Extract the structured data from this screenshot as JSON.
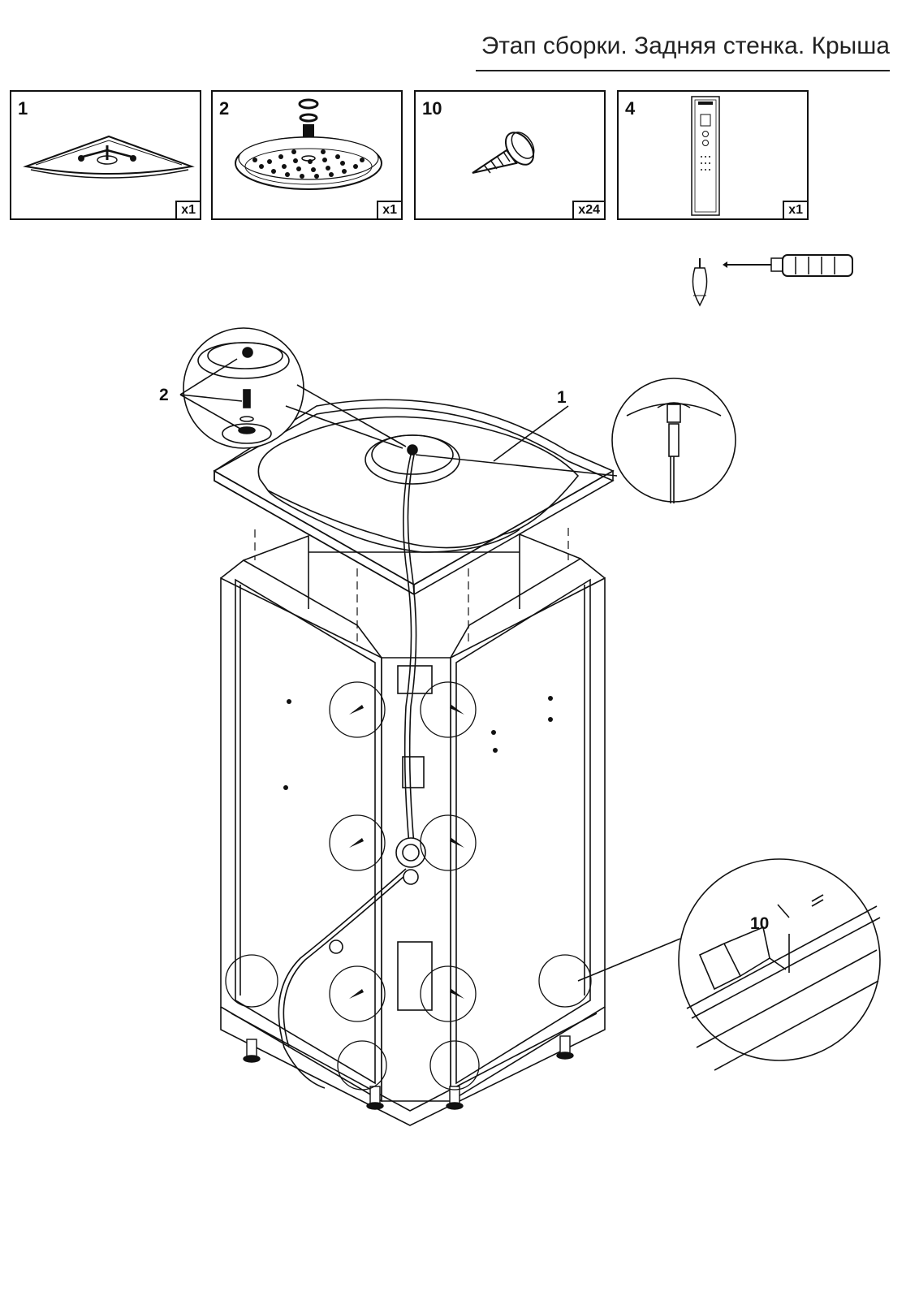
{
  "title": "Этап сборки. Задняя стенка. Крыша",
  "parts": [
    {
      "number": "1",
      "qty": "x1",
      "icon": "roof-dome-icon"
    },
    {
      "number": "2",
      "qty": "x1",
      "icon": "rain-shower-head-icon"
    },
    {
      "number": "10",
      "qty": "x24",
      "icon": "screw-icon"
    },
    {
      "number": "4",
      "qty": "x1",
      "icon": "shower-panel-icon"
    }
  ],
  "tools": [
    "screwdriver-icon"
  ],
  "callouts": {
    "shower_head": "2",
    "roof": "1",
    "screw": "10"
  }
}
